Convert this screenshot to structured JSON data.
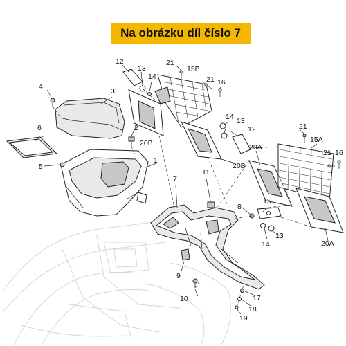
{
  "banner": {
    "text": "Na obrázku díl číslo 7"
  },
  "callouts": [
    "12",
    "13",
    "14",
    "21",
    "15B",
    "21",
    "16",
    "4",
    "3",
    "6",
    "2",
    "20B",
    "14",
    "13",
    "12",
    "21",
    "15A",
    "21",
    "16",
    "1",
    "5",
    "20B",
    "20A",
    "11",
    "7",
    "8",
    "15",
    "14",
    "13",
    "20A",
    "9",
    "10",
    "17",
    "18",
    "19"
  ]
}
